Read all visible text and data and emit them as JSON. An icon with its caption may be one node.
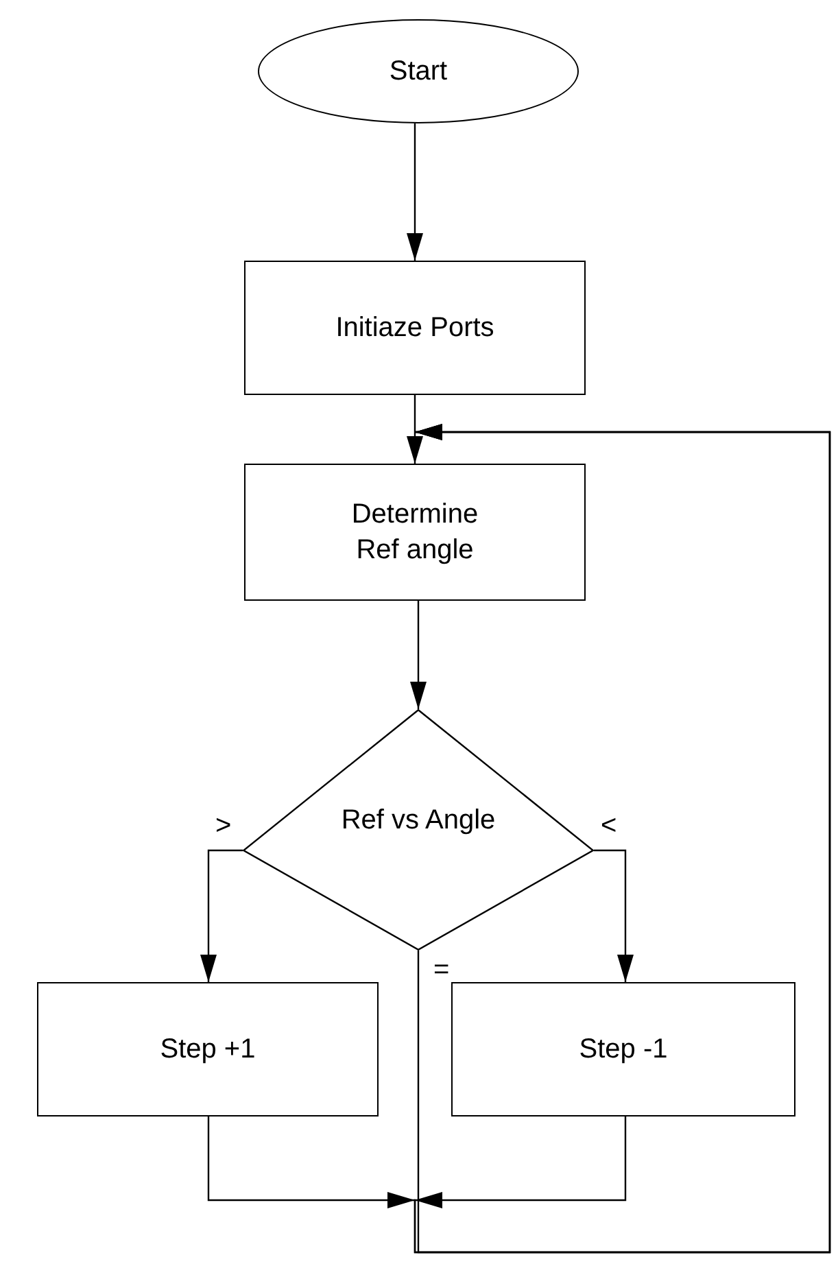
{
  "diagram": {
    "nodes": [
      {
        "text": [
          "Start"
        ]
      },
      {
        "text": [
          "Initiaze Ports"
        ]
      },
      {
        "text": [
          "Determine Ref angle"
        ]
      },
      {
        "text": [
          "Ref vs Angle"
        ]
      },
      {
        "text": [
          "Step +1"
        ]
      },
      {
        "text": [
          "Step -1"
        ]
      }
    ],
    "edges": [
      {
        "from": 0,
        "to": 1,
        "arrow": "to"
      },
      {
        "from": 1,
        "to": 2,
        "arrow": "to"
      },
      {
        "from": 2,
        "to": 3,
        "arrow": "to"
      },
      {
        "from": 3,
        "to": 4,
        "arrow": "to",
        "label": ">"
      },
      {
        "from": 3,
        "to": 5,
        "arrow": "to",
        "label": "<"
      },
      {
        "from": 3,
        "to": 2,
        "arrow": "to",
        "label": "="
      },
      {
        "from": 4,
        "to": 2,
        "arrow": "to"
      },
      {
        "from": 5,
        "to": 2,
        "arrow": "to"
      }
    ]
  }
}
